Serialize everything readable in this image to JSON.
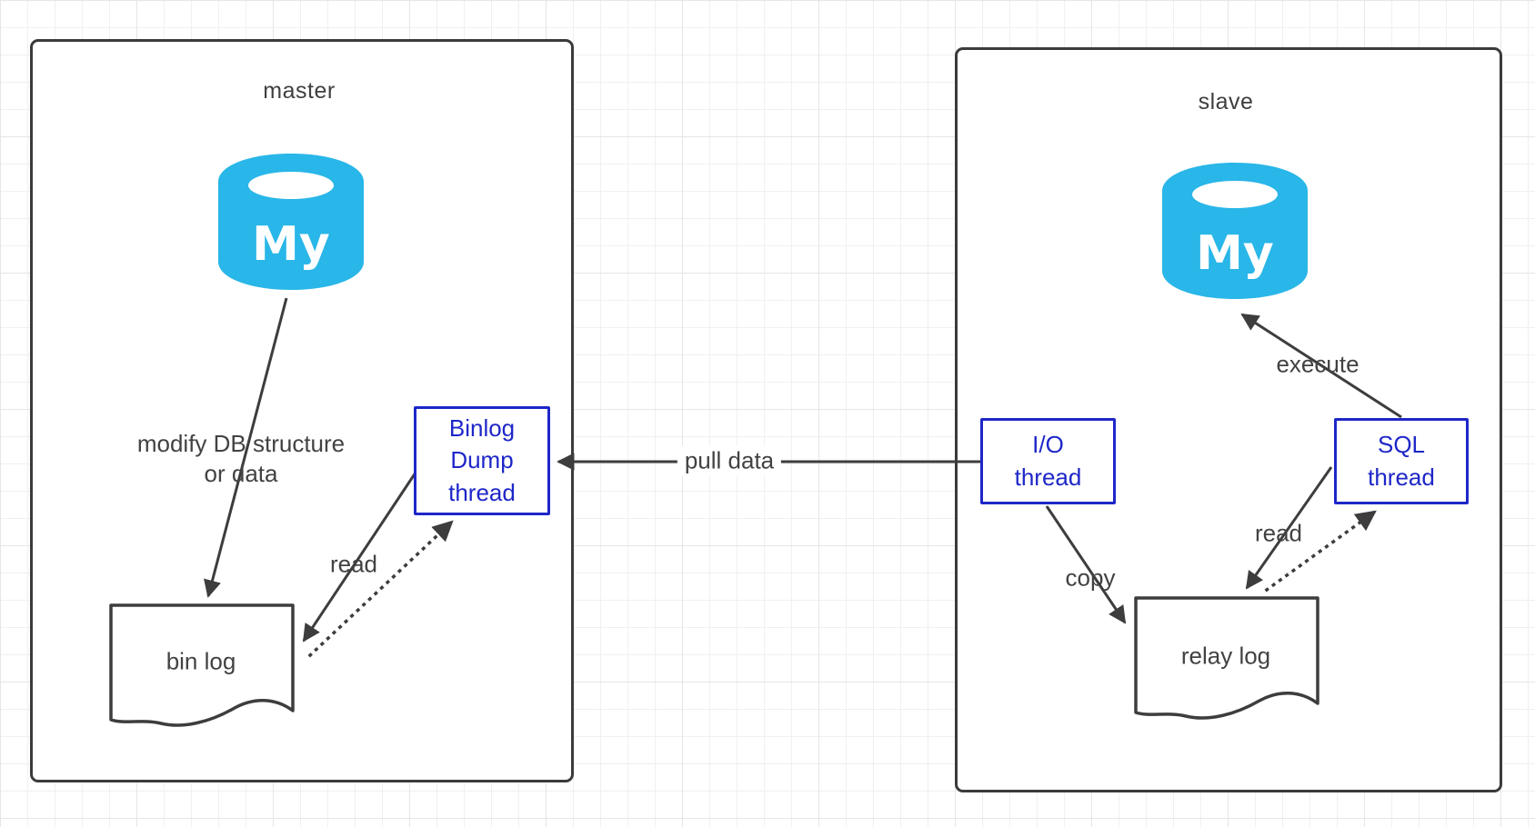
{
  "master": {
    "title": "master",
    "db_label": "My",
    "modify_label": [
      "modify DB structure",
      "or data"
    ],
    "binlog_dump_thread": [
      "Binlog",
      "Dump",
      "thread"
    ],
    "read_label": "read",
    "bin_log_label": "bin log"
  },
  "slave": {
    "title": "slave",
    "db_label": "My",
    "io_thread": [
      "I/O",
      "thread"
    ],
    "sql_thread": [
      "SQL",
      "thread"
    ],
    "copy_label": "copy",
    "read_label": "read",
    "execute_label": "execute",
    "relay_log_label": "relay log"
  },
  "pull_data_label": "pull data",
  "colors": {
    "accent_blue": "#1e27c8",
    "db_cyan": "#29b6e8",
    "line_dark": "#3d3d3d",
    "label_text": "#424242"
  }
}
